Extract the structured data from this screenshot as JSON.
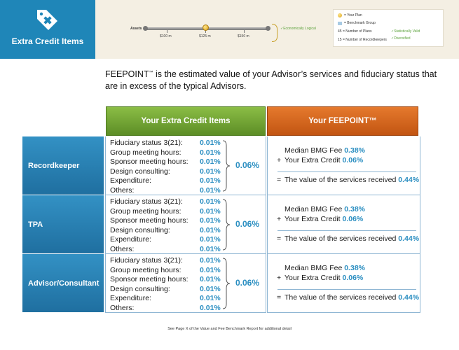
{
  "header": {
    "title": "Extra Credit Items",
    "title_icon": "tag-plus-icon",
    "slider": {
      "assets_label": "Assets",
      "ticks": [
        "$100 m",
        "$125 m",
        "$150 m"
      ],
      "plan_position_value": "$125 m",
      "economically_logical": "✓Economically Logical"
    },
    "legend": {
      "your_plan": "= Your Plan",
      "benchmark_group": "= Benchmark Group",
      "number_of_plans": "45 = Number of Plans",
      "number_of_recordkeepers": "15 = Number of Recordkeepers",
      "statistically_valid": "✓Statistically Valid",
      "diversified": "✓Diversified"
    }
  },
  "intro": {
    "brand": "FEEPOINT",
    "tm": "™",
    "text": " is the estimated value of your Advisor’s services and fiduciary status that are in excess of the typical Advisors."
  },
  "columns": {
    "items_header": "Your Extra Credit Items",
    "fee_header": "Your FEEPOINT™"
  },
  "rows": [
    {
      "label": "Recordkeeper",
      "items": [
        {
          "name": "Fiduciary status 3(21):",
          "value": "0.01%"
        },
        {
          "name": "Group meeting hours:",
          "value": "0.01%"
        },
        {
          "name": "Sponsor meeting hours:",
          "value": "0.01%"
        },
        {
          "name": "Design consulting:",
          "value": "0.01%"
        },
        {
          "name": "Expenditure:",
          "value": "0.01%"
        },
        {
          "name": "Others:",
          "value": "0.01%"
        }
      ],
      "total": "0.06%",
      "median_label": "Median BMG Fee",
      "median_value": "0.38%",
      "plus": "+",
      "extra_label": "Your Extra Credit",
      "extra_value": "0.06%",
      "equals": "=",
      "services_label": "The value of the services received",
      "services_value": "0.44%"
    },
    {
      "label": "TPA",
      "items": [
        {
          "name": "Fiduciary status 3(21):",
          "value": "0.01%"
        },
        {
          "name": "Group meeting hours:",
          "value": "0.01%"
        },
        {
          "name": "Sponsor meeting hours:",
          "value": "0.01%"
        },
        {
          "name": "Design consulting:",
          "value": "0.01%"
        },
        {
          "name": "Expenditure:",
          "value": "0.01%"
        },
        {
          "name": "Others:",
          "value": "0.01%"
        }
      ],
      "total": "0.06%",
      "median_label": "Median BMG Fee",
      "median_value": "0.38%",
      "plus": "+",
      "extra_label": "Your Extra Credit",
      "extra_value": "0.06%",
      "equals": "=",
      "services_label": "The value of the services received",
      "services_value": "0.44%"
    },
    {
      "label": "Advisor/Consultant",
      "items": [
        {
          "name": "Fiduciary status 3(21):",
          "value": "0.01%"
        },
        {
          "name": "Group meeting hours:",
          "value": "0.01%"
        },
        {
          "name": "Sponsor meeting hours:",
          "value": "0.01%"
        },
        {
          "name": "Design consulting:",
          "value": "0.01%"
        },
        {
          "name": "Expenditure:",
          "value": "0.01%"
        },
        {
          "name": "Others:",
          "value": "0.01%"
        }
      ],
      "total": "0.06%",
      "median_label": "Median BMG Fee",
      "median_value": "0.38%",
      "plus": "+",
      "extra_label": "Your Extra Credit",
      "extra_value": "0.06%",
      "equals": "=",
      "services_label": "The value of the services received",
      "services_value": "0.44%"
    }
  ],
  "footnote": "See Page X of the Value and Fee Benchmark Report for additional detail",
  "colors": {
    "title_blue": "#1f86b8",
    "value_blue": "#2a8ec1",
    "green_header": "#6fa233",
    "orange_header": "#d9661f",
    "header_band": "#f4efe3"
  }
}
